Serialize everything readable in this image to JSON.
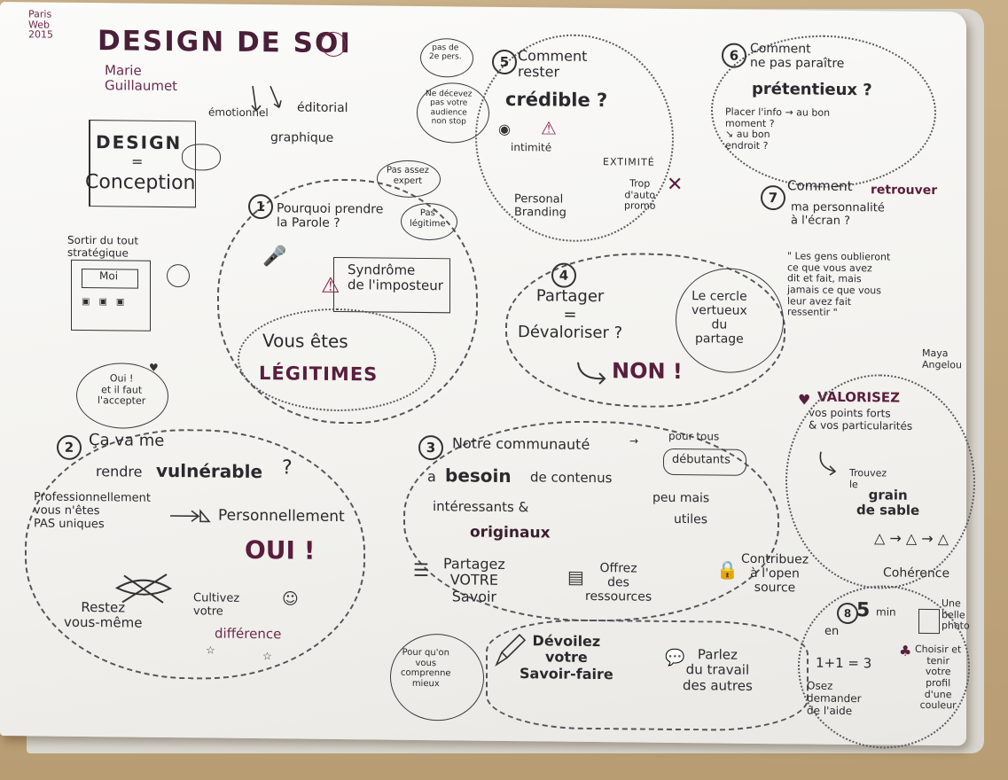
{
  "header": {
    "corner": "Paris\nWeb\n2015",
    "title": "DESIGN DE SOI",
    "author": "Marie\nGuillaumet",
    "emotionnel": "émotionnel",
    "editorial": "éditorial",
    "graphique": "graphique"
  },
  "left_block": {
    "design": "DESIGN",
    "equals": "=",
    "conception": "Conception",
    "sortir": "Sortir du tout\nstratégique",
    "moi": "Moi",
    "bubble": "Oui !\net il faut\nl'accepter"
  },
  "section1": {
    "number": "1",
    "question": "Pourquoi prendre\nla Parole ?",
    "bubble_expert": "Pas assez\nexpert",
    "bubble_legitime": "Pas\nlégitime",
    "syndrome": "Syndrôme\nde l'imposteur",
    "answer_line1": "Vous êtes",
    "answer_line2": "LÉGITIMES"
  },
  "section2": {
    "number": "2",
    "question_a": "Ça va me",
    "question_b": "rendre",
    "question_c": "vulnérable",
    "question_d": "?",
    "pro": "Professionnellement\nvous n'êtes\nPAS uniques",
    "perso": "Personnellement",
    "oui": "OUI !",
    "restez": "Restez\nvous-même",
    "cultivez": "Cultivez\nvotre",
    "difference": "différence"
  },
  "section3": {
    "number": "3",
    "line1": "Notre communauté",
    "line2a": "a",
    "line2b": "besoin",
    "line2c": "de contenus",
    "line3": "intéressants &",
    "line4": "originaux",
    "pour_tous": "pour tous",
    "debutants": "débutants",
    "peu_mais": "peu mais",
    "utiles": "utiles",
    "partagez": "Partagez\nVOTRE\nSavoir",
    "offrez": "Offrez\ndes\nressources",
    "contribuez": "Contribuez\nà l'open\nsource",
    "bubble_comprenne": "Pour qu'on\nvous\ncomprenne\nmieux",
    "devoilez": "Dévoilez\nvotre\nSavoir-faire",
    "parlez": "Parlez\ndu travail\ndes autres"
  },
  "section4": {
    "number": "4",
    "question": "Partager\n=\nDévaloriser ?",
    "non": "NON !",
    "cercle": "Le cercle\nvertueux\ndu\npartage"
  },
  "section5": {
    "number": "5",
    "bubble_pas": "pas de\n2e pers.",
    "bubble_decevez": "Ne décevez\npas votre\naudience\nnon stop",
    "question_a": "Comment\nrester",
    "question_b": "crédible ?",
    "intimite": "intimité",
    "extimite": "EXTIMITÉ",
    "branding": "Personal\nBranding",
    "trop": "Trop\nd'auto\npromo"
  },
  "section6": {
    "number": "6",
    "question_a": "Comment\nne pas paraître",
    "question_b": "prétentieux ?",
    "answer": "Placer l'info → au bon\nmoment ?\n↘ au bon\nendroit ?"
  },
  "section7": {
    "number": "7",
    "question_a": "Comment",
    "question_b": "retrouver",
    "question_c": "ma personnalité\nà l'écran ?",
    "quote": "\" Les gens oublieront\nce que vous avez\ndit et fait, mais\njamais ce que vous\nleur avez fait\nressentir \"",
    "quote_author": "Maya\nAngelou",
    "valorisez": "VALORISEZ",
    "valorisez_detail": "vos points forts\n& vos particularités",
    "trouvez": "Trouvez\nle",
    "grain": "grain\nde sable",
    "coherence": "Cohérence"
  },
  "section8": {
    "number": "8",
    "five": "5",
    "min": "min",
    "en": "en",
    "belle_photo": "Une\nbelle\nphoto",
    "equation": "1+1 = 3",
    "osez": "Osez\ndemander\nde l'aide",
    "choisir": "Choisir et\ntenir\nvotre\nprofil\nd'une\ncouleur"
  }
}
